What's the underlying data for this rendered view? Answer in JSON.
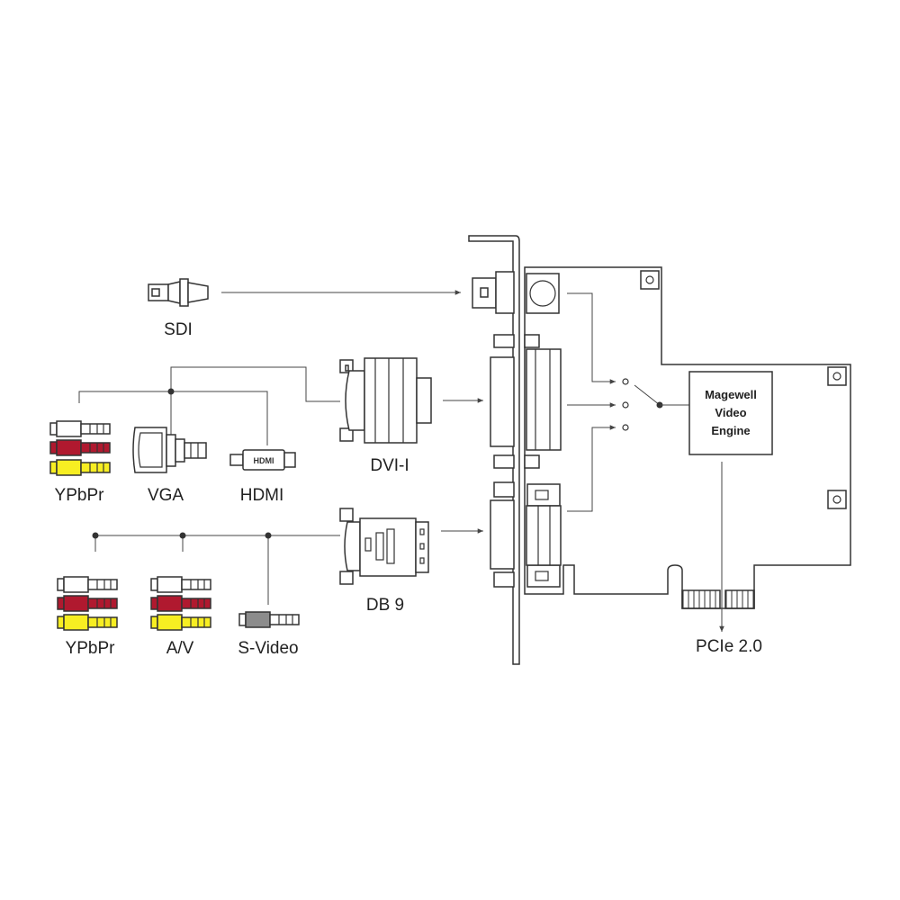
{
  "labels": {
    "sdi": "SDI",
    "dvi": "DVI-I",
    "db9": "DB 9",
    "ypbpr_top": "YPbPr",
    "vga": "VGA",
    "hdmi": "HDMI",
    "ypbpr_bottom": "YPbPr",
    "av": "A/V",
    "svideo": "S-Video",
    "pcie": "PCIe 2.0",
    "hdmi_logo": "HDMI"
  },
  "engine": {
    "line1": "Magewell",
    "line2": "Video",
    "line3": "Engine"
  },
  "colors": {
    "line": "#444444",
    "rca_white": "#ffffff",
    "rca_red": "#b0192f",
    "rca_yellow": "#f7ee22",
    "svideo_gray": "#8c8c8c"
  },
  "icons": [
    "sdi-bnc-connector",
    "dvi-connector",
    "db9-connector",
    "vga-connector",
    "hdmi-connector",
    "rca-plug",
    "svideo-plug",
    "pcie-capture-card",
    "input-switch"
  ]
}
